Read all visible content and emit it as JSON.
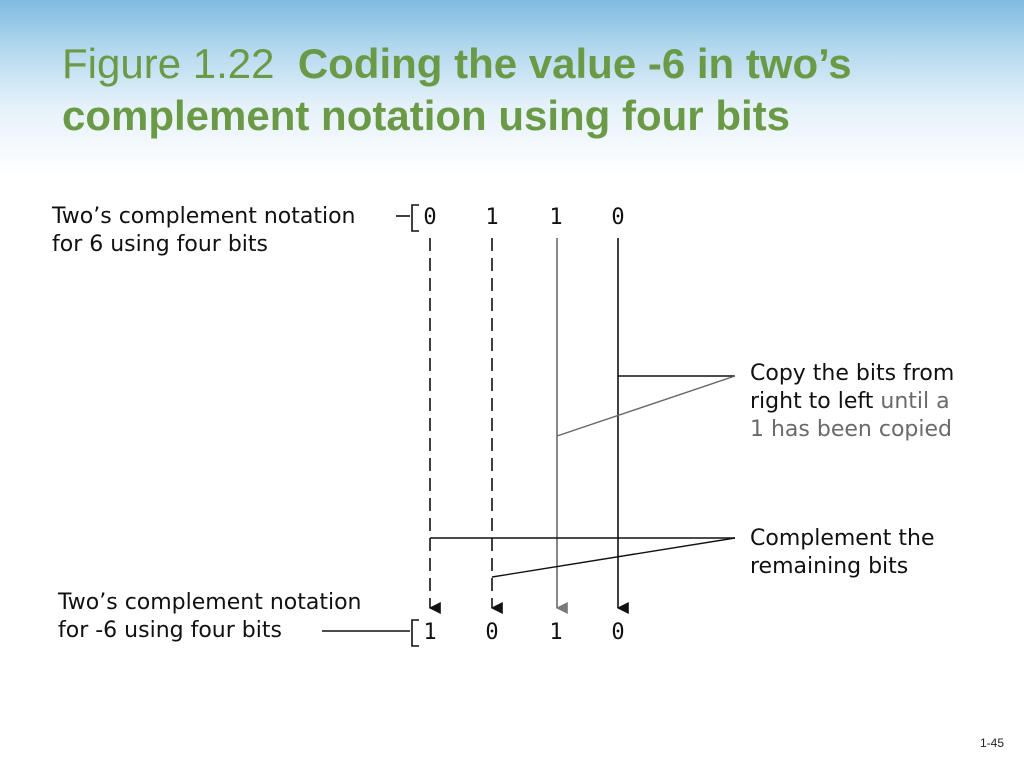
{
  "slide": {
    "title_prefix": "Figure 1.22",
    "title_main": "Coding the value -6 in two’s complement notation using four bits",
    "page_number": "1-45"
  },
  "diagram": {
    "top_label": [
      "Two’s complement notation",
      "for 6 using four bits"
    ],
    "top_bits": [
      "0",
      "1",
      "1",
      "0"
    ],
    "bottom_label": [
      "Two’s complement notation",
      "for -6 using four bits"
    ],
    "bottom_bits": [
      "1",
      "0",
      "1",
      "0"
    ],
    "copy_note": {
      "line1": "Copy the bits from",
      "line2_dark": "right to left",
      "line2_gray": " until a",
      "line3": "1 has been copied"
    },
    "complement_note": [
      "Complement the",
      "remaining bits"
    ],
    "colors": {
      "title": "#6b9a47",
      "text": "#111111",
      "gray_arrow": "#7a7a7a",
      "gray_text": "#6a6a6a"
    }
  }
}
